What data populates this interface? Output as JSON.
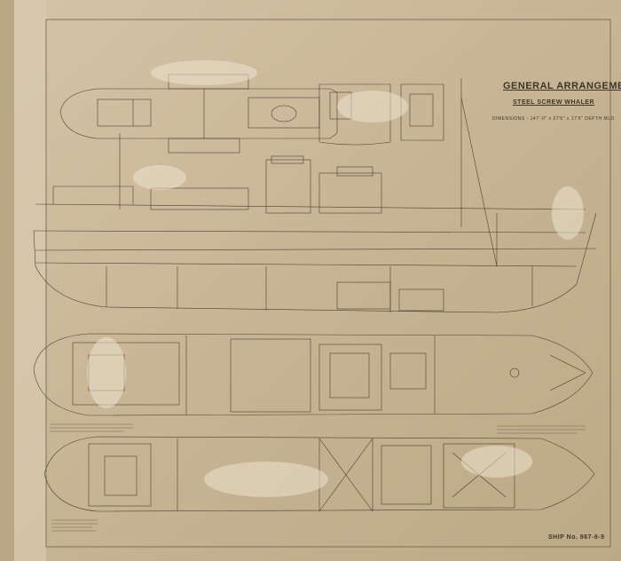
{
  "drawing": {
    "title": "GENERAL ARRANGEMENT.",
    "subtitle": "STEEL SCREW WHALER",
    "dimensions": "DIMENSIONS - 147'-0\" x 27'6\" x 17'6\" DEPTH MLD",
    "ship_number": "SHIP No. 867-8-9"
  },
  "colors": {
    "paper": "#c9b89a",
    "paper_dark": "#a89378",
    "ink": "#4a4233",
    "fade": "#e8ddc8"
  }
}
